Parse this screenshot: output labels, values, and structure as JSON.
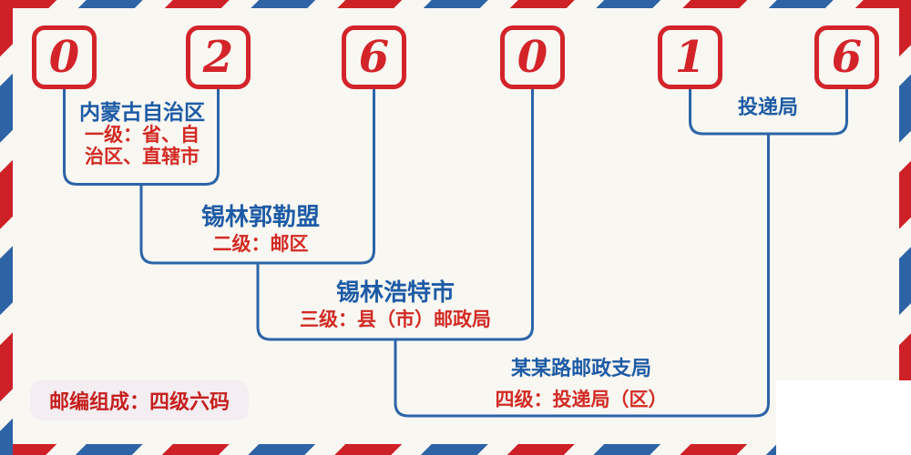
{
  "postal_code": {
    "digits": [
      "0",
      "2",
      "6",
      "0",
      "1",
      "6"
    ]
  },
  "levels": [
    {
      "name": "内蒙古自治区",
      "desc_lines": [
        "一级：省、自",
        "治区、直辖市"
      ]
    },
    {
      "name": "锡林郭勒盟",
      "desc_lines": [
        "二级：邮区"
      ]
    },
    {
      "name": "锡林浩特市",
      "desc_lines": [
        "三级：县（市）邮政局"
      ]
    },
    {
      "name": "某某路邮政支局",
      "desc_lines": [
        "四级：投递局（区）"
      ]
    }
  ],
  "delivery_office_label": "投递局",
  "footer_badge": "邮编组成：四级六码",
  "colors": {
    "stripe_red": "#ce2127",
    "stripe_blue": "#2e63a6",
    "digit_red": "#d3242a",
    "connector_blue": "#2c64a8",
    "label_blue": "#1e5ba5",
    "label_red": "#d32a24",
    "badge_background": "#f4edf2",
    "background": "#f8f7f2"
  }
}
